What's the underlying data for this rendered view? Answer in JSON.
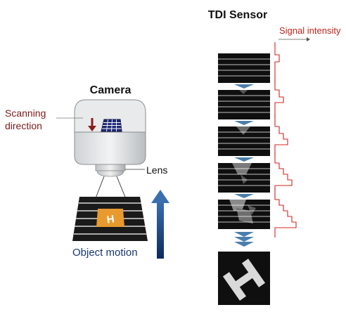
{
  "camera_side": {
    "camera_label": "Camera",
    "scanning_direction": [
      "Scanning",
      "direction"
    ],
    "lens_label": "Lens",
    "object_motion_label": "Object motion",
    "object_glyph": "H"
  },
  "sensor_side": {
    "title": "TDI Sensor",
    "signal_label": "Signal intensity",
    "stage_count": 5
  },
  "colors": {
    "dark_red": "#7a1a1a",
    "signal_red": "#d0261f",
    "navy": "#17366e",
    "arrow_blue": "#4a7fae",
    "object_orange": "#e89a2e",
    "sensor_black": "#0f0f0f"
  }
}
